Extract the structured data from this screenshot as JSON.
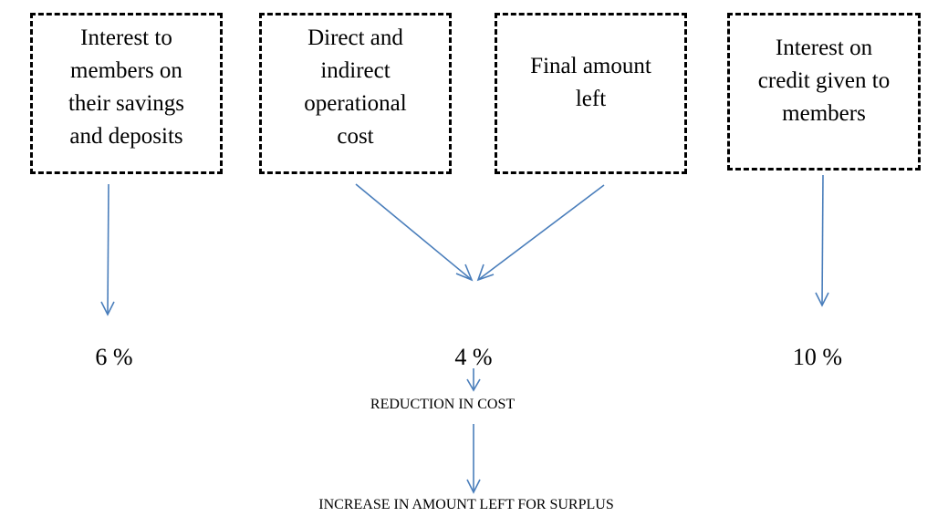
{
  "boxes": {
    "savings_interest": "Interest to\nmembers on\ntheir savings\nand deposits",
    "operational_cost": "Direct and\nindirect\noperational\ncost",
    "final_amount": "Final amount\nleft",
    "credit_interest": "Interest on\ncredit given to\nmembers"
  },
  "percentages": {
    "savings": "6 %",
    "combined": "4 %",
    "credit": "10 %"
  },
  "captions": {
    "reduction": "REDUCTION IN COST",
    "increase": "INCREASE IN AMOUNT LEFT FOR SURPLUS"
  },
  "colors": {
    "arrow": "#4a7ebb",
    "box_border": "#000000"
  }
}
